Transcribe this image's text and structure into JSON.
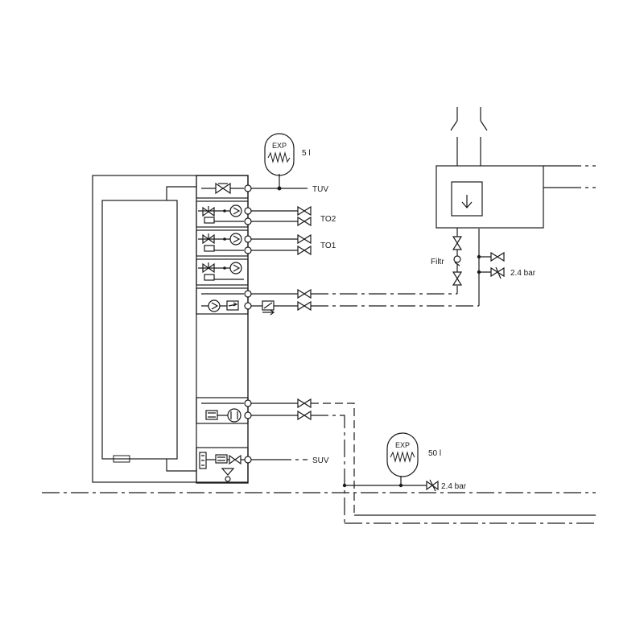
{
  "labels": {
    "tuv": "TUV",
    "to2": "TO2",
    "to1": "TO1",
    "suv": "SUV",
    "filter": "Filtr",
    "pressure_top": "2.4 bar",
    "pressure_bottom": "2.4 bar"
  },
  "expansion_top": {
    "label": "EXP",
    "volume": "5 l"
  },
  "expansion_bottom": {
    "label": "EXP",
    "volume": "50 l"
  }
}
